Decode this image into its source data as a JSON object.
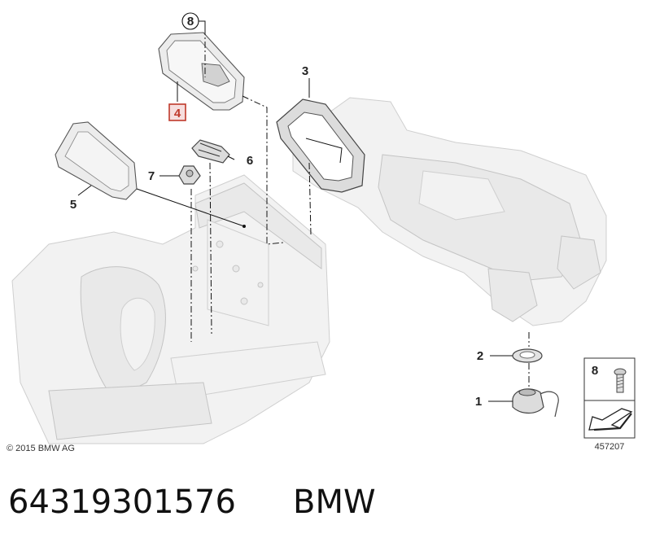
{
  "callouts": {
    "c1": "1",
    "c2": "2",
    "c3": "3",
    "c4": "4",
    "c5": "5",
    "c6": "6",
    "c7": "7",
    "c8": "8"
  },
  "legend": {
    "item_number": "8",
    "diagram_id": "457207"
  },
  "copyright": "© 2015 BMW AG",
  "part_number": "64319301576",
  "brand": "BMW",
  "colors": {
    "highlight": "#c0392b",
    "ink": "#222222"
  }
}
